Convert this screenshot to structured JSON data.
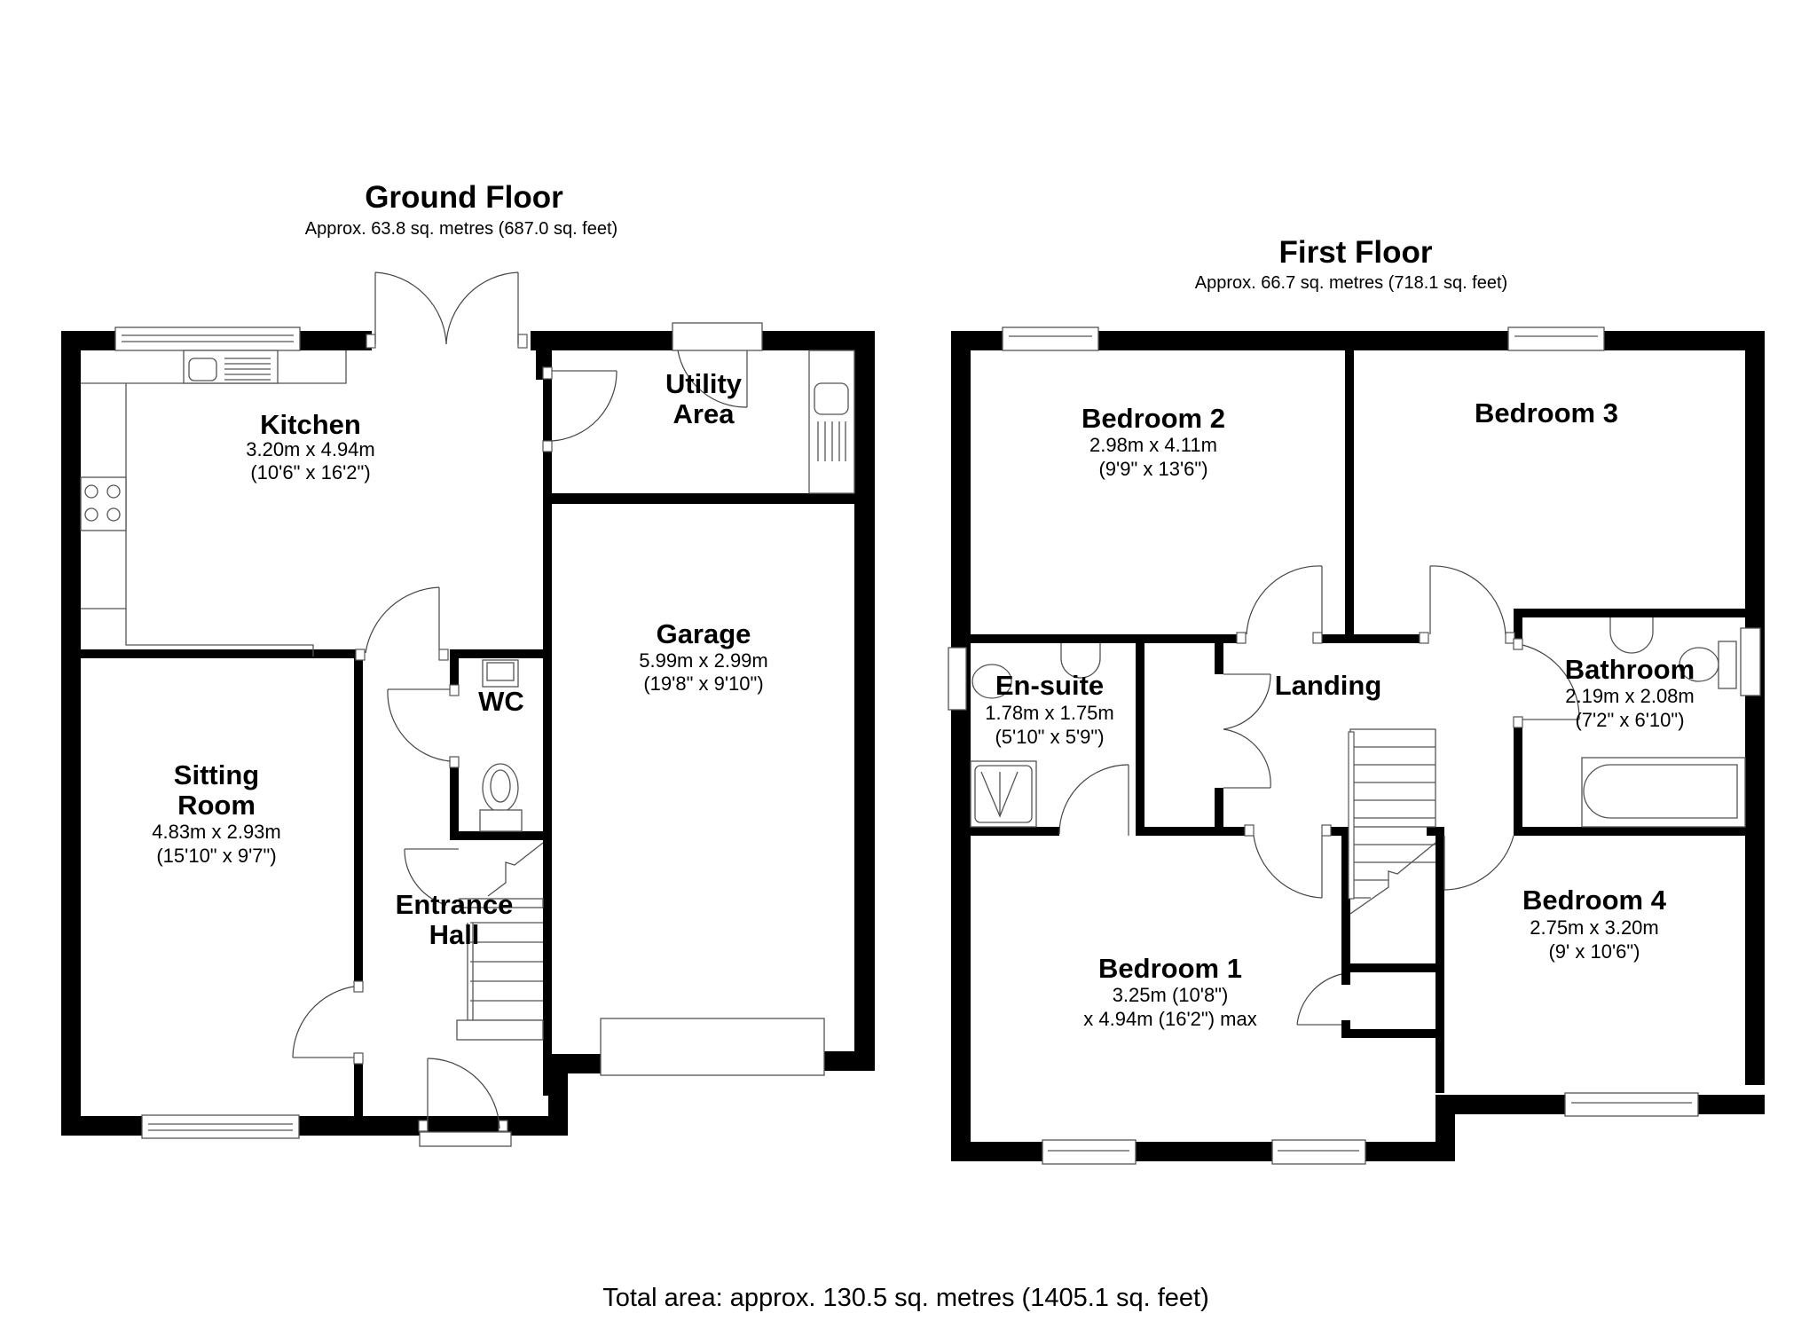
{
  "ground_floor": {
    "title": "Ground Floor",
    "area": "Approx. 63.8 sq. metres (687.0 sq. feet)",
    "rooms": {
      "kitchen": {
        "name": "Kitchen",
        "dim_m": "3.20m x 4.94m",
        "dim_ft": "(10'6\" x 16'2\")"
      },
      "utility": {
        "name_line1": "Utility",
        "name_line2": "Area"
      },
      "garage": {
        "name": "Garage",
        "dim_m": "5.99m x 2.99m",
        "dim_ft": "(19'8\" x 9'10\")"
      },
      "wc": {
        "name": "WC"
      },
      "sitting_room": {
        "name_line1": "Sitting",
        "name_line2": "Room",
        "dim_m": "4.83m x 2.93m",
        "dim_ft": "(15'10\" x 9'7\")"
      },
      "entrance_hall": {
        "name_line1": "Entrance",
        "name_line2": "Hall"
      }
    }
  },
  "first_floor": {
    "title": "First Floor",
    "area": "Approx. 66.7 sq. metres (718.1 sq. feet)",
    "rooms": {
      "bedroom2": {
        "name": "Bedroom 2",
        "dim_m": "2.98m x 4.11m",
        "dim_ft": "(9'9\" x 13'6\")"
      },
      "bedroom3": {
        "name": "Bedroom 3"
      },
      "ensuite": {
        "name": "En-suite",
        "dim_m": "1.78m x 1.75m",
        "dim_ft": "(5'10\" x 5'9\")"
      },
      "landing": {
        "name": "Landing"
      },
      "bathroom": {
        "name": "Bathroom",
        "dim_m": "2.19m x 2.08m",
        "dim_ft": "(7'2\" x 6'10\")"
      },
      "bedroom1": {
        "name": "Bedroom 1",
        "dim_line1": "3.25m (10'8\")",
        "dim_line2": "x 4.94m (16'2\") max"
      },
      "bedroom4": {
        "name": "Bedroom 4",
        "dim_m": "2.75m x 3.20m",
        "dim_ft": "(9' x 10'6\")"
      }
    }
  },
  "total_area": "Total area: approx. 130.5 sq. metres (1405.1 sq. feet)",
  "colors": {
    "wall": "#000000",
    "background": "#ffffff",
    "fixture_line": "#555555"
  }
}
